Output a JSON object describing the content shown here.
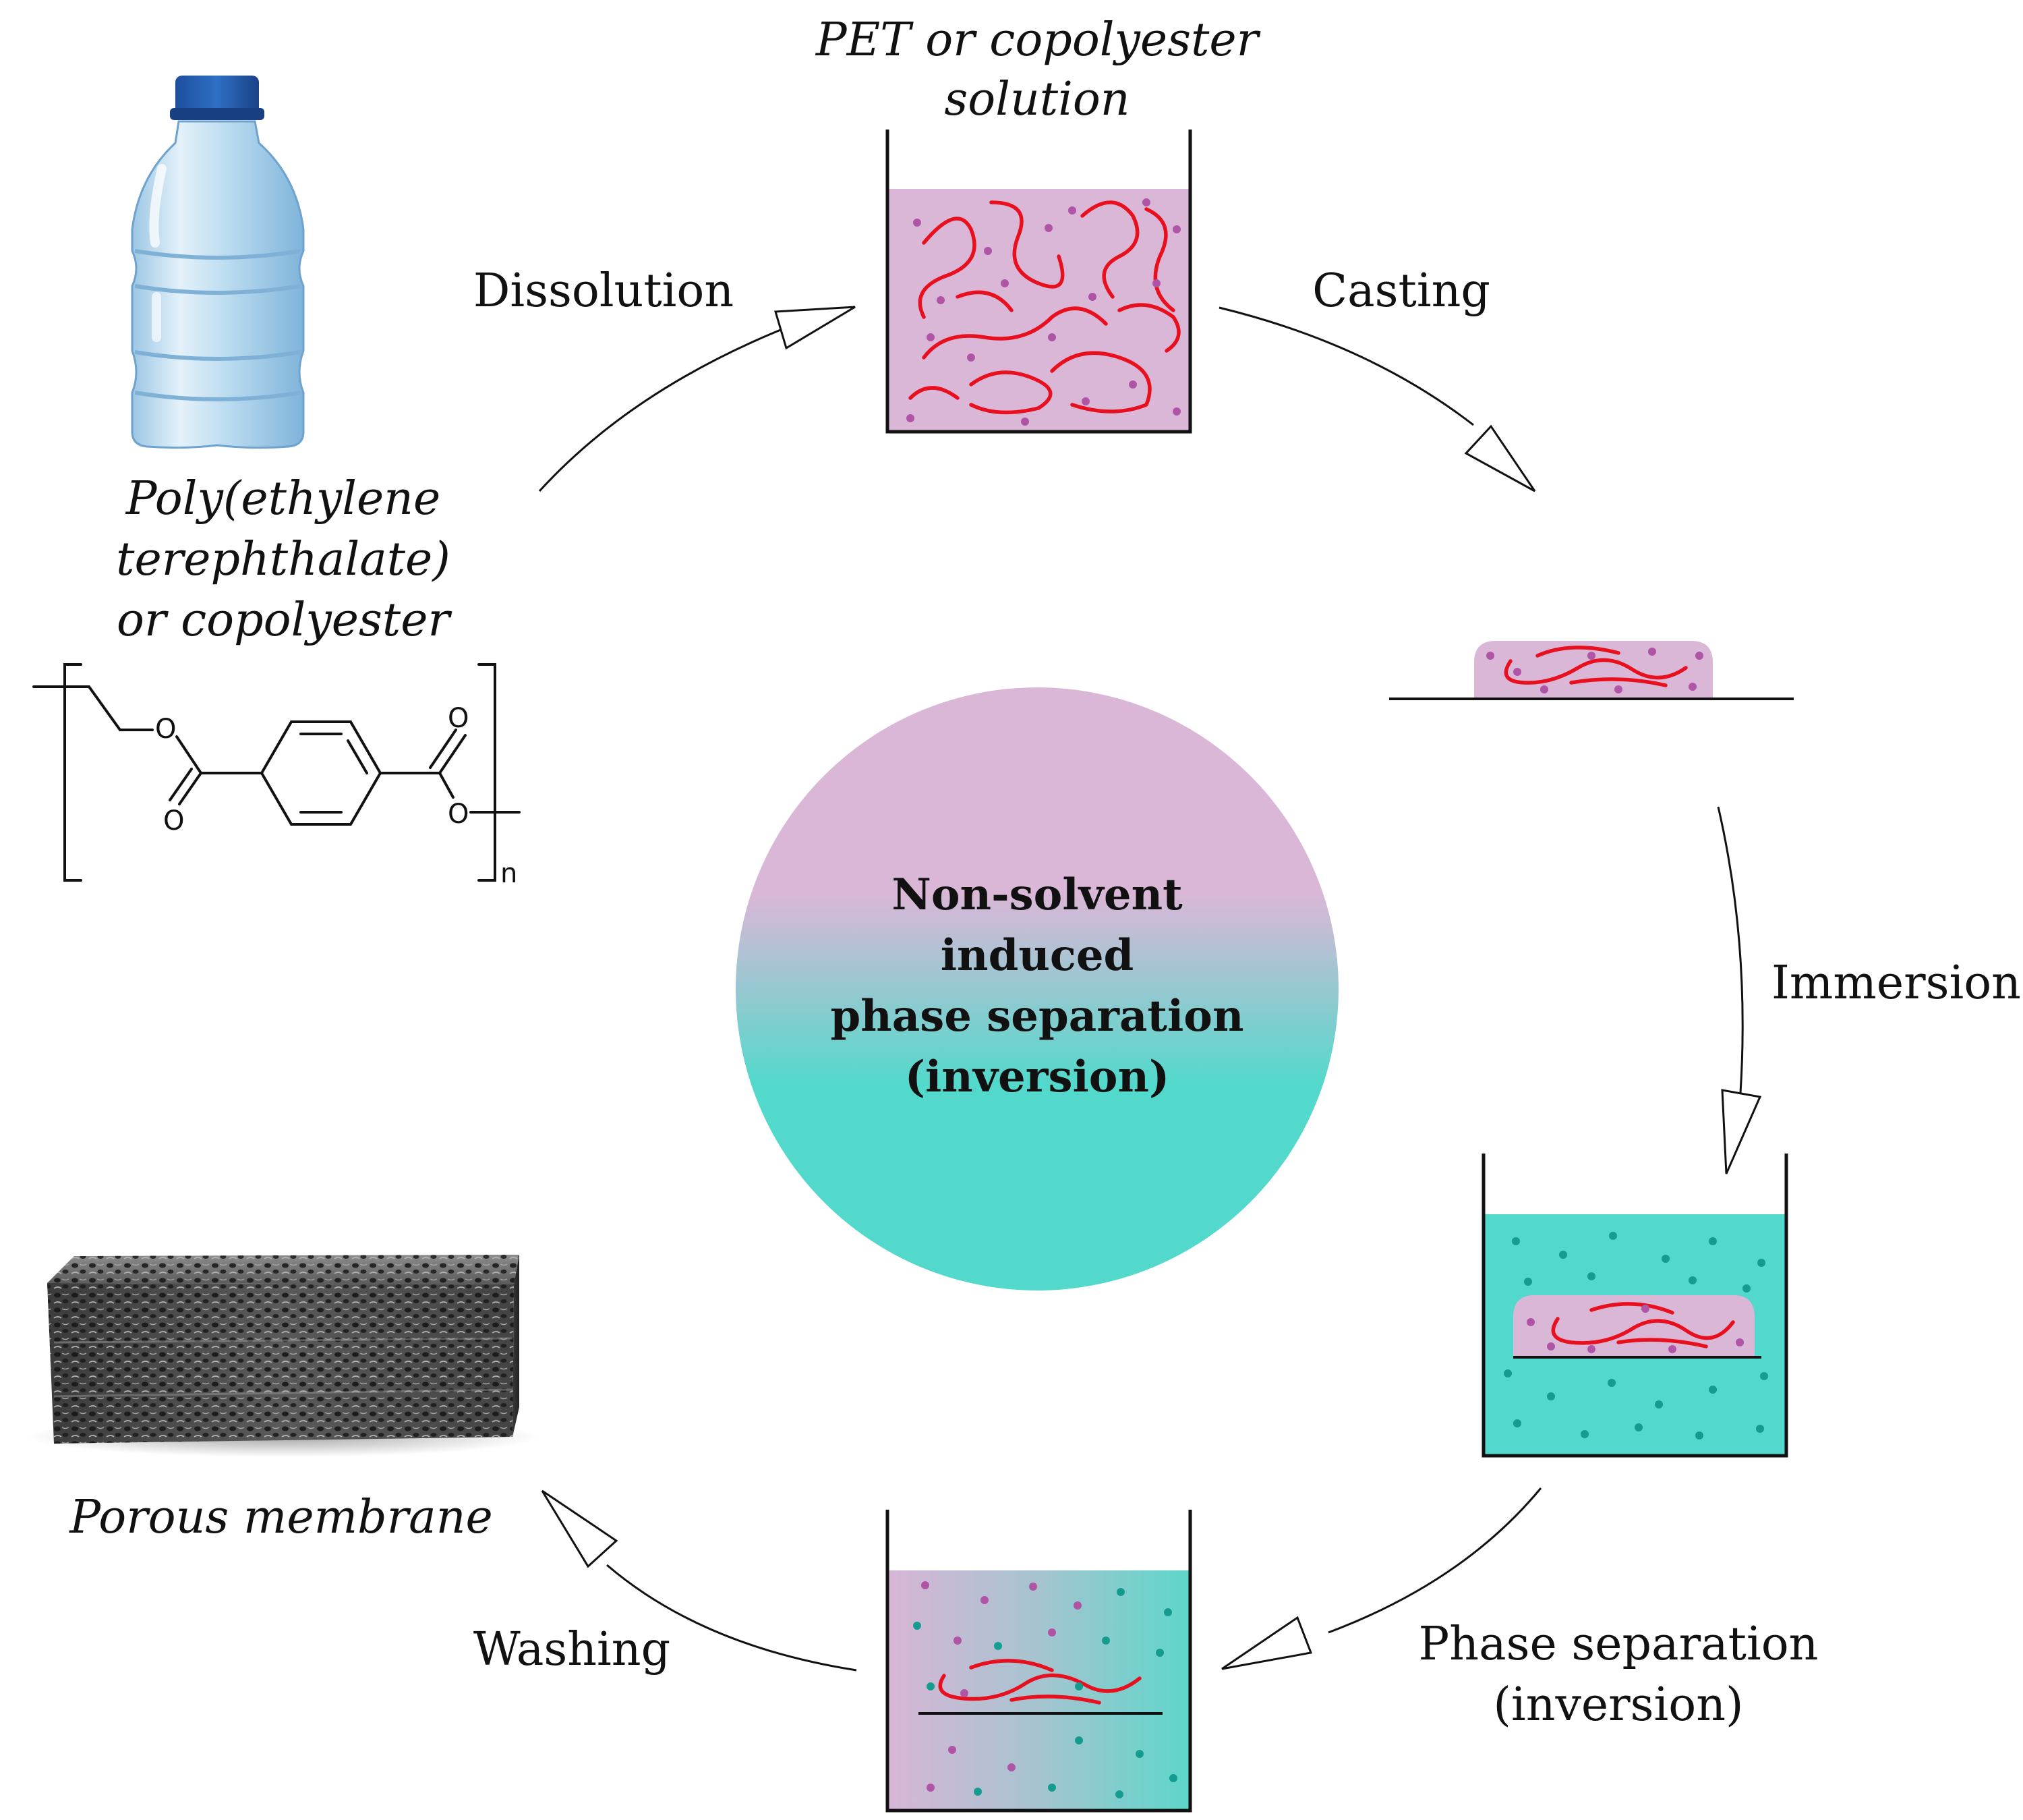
{
  "center": {
    "lines": [
      "Non-solvent",
      "induced",
      "phase separation",
      "(inversion)"
    ],
    "gradient_top": "#dbb7d7",
    "gradient_bottom": "#52d9cb"
  },
  "steps": {
    "dissolution": "Dissolution",
    "casting": "Casting",
    "immersion": "Immersion",
    "phase_separation": [
      "Phase separation",
      "(inversion)"
    ],
    "washing": "Washing"
  },
  "items": {
    "solution_label": [
      "PET or copolyester",
      "solution"
    ],
    "polymer_label": [
      "Poly(ethylene",
      "terephthalate)",
      "or copolyester"
    ],
    "membrane_label": "Porous membrane"
  },
  "structure": {
    "oxygen": "O",
    "repeat_subscript": "n"
  },
  "colors": {
    "polymer_solution": "#dbb7d7",
    "nonsolvent_bath": "#52d9cb",
    "polymer_chain": "#e8101e",
    "solvent_dot": "#b054a6",
    "nonsolvent_dot": "#159c8f"
  },
  "icons": [
    "plastic-bottle-icon",
    "pet-structure-icon",
    "porous-membrane-icon"
  ]
}
